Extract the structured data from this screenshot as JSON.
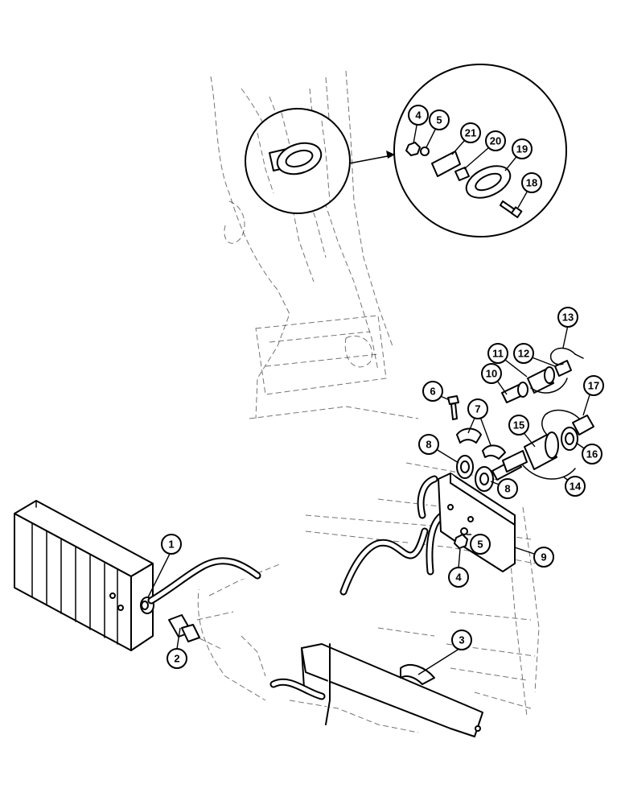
{
  "callouts": [
    {
      "id": "c1",
      "label": "1"
    },
    {
      "id": "c2",
      "label": "2"
    },
    {
      "id": "c3",
      "label": "3"
    },
    {
      "id": "c4a",
      "label": "4"
    },
    {
      "id": "c4b",
      "label": "4"
    },
    {
      "id": "c5a",
      "label": "5"
    },
    {
      "id": "c5b",
      "label": "5"
    },
    {
      "id": "c6",
      "label": "6"
    },
    {
      "id": "c7",
      "label": "7"
    },
    {
      "id": "c8a",
      "label": "8"
    },
    {
      "id": "c8b",
      "label": "8"
    },
    {
      "id": "c9",
      "label": "9"
    },
    {
      "id": "c10",
      "label": "10"
    },
    {
      "id": "c11",
      "label": "11"
    },
    {
      "id": "c12",
      "label": "12"
    },
    {
      "id": "c13",
      "label": "13"
    },
    {
      "id": "c14",
      "label": "14"
    },
    {
      "id": "c15",
      "label": "15"
    },
    {
      "id": "c16",
      "label": "16"
    },
    {
      "id": "c17",
      "label": "17"
    },
    {
      "id": "c18",
      "label": "18"
    },
    {
      "id": "c19",
      "label": "19"
    },
    {
      "id": "c20",
      "label": "20"
    },
    {
      "id": "c21",
      "label": "21"
    }
  ]
}
